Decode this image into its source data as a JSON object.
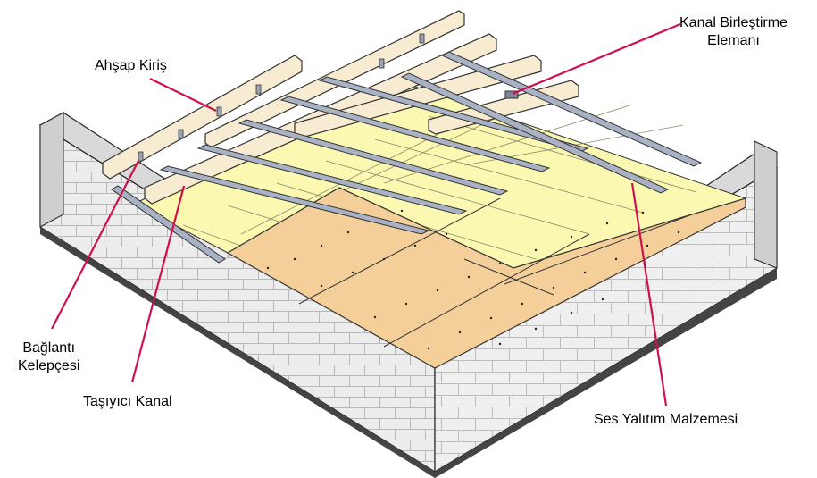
{
  "labels": {
    "wood_joist": "Ahşap Kiriş",
    "channel_joiner_line1": "Kanal Birleştirme",
    "channel_joiner_line2": "Elemanı",
    "clip_line1": "Bağlantı",
    "clip_line2": "Kelepçesi",
    "carrier_channel": "Taşıyıcı Kanal",
    "insulation": "Ses Yalıtım Malzemesi"
  },
  "colors": {
    "leader": "#d0104c",
    "board": "#f5cf99",
    "insulation": "#fbf8b2",
    "wood": "#f7ecd2",
    "channel": "#a9b2c4",
    "wall_side": "#ebebeb",
    "wall_top": "#dcdcdc",
    "outline": "#222222"
  },
  "icons": {
    "joist": "wood-beam",
    "channel": "metal-channel",
    "board": "plasterboard",
    "wall": "brick-wall"
  }
}
